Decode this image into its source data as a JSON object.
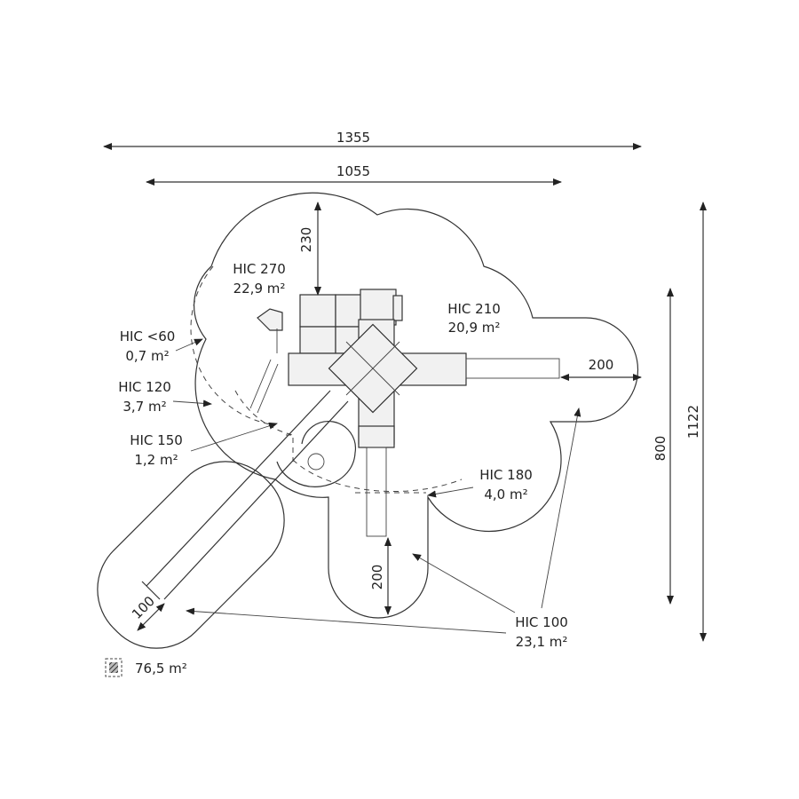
{
  "dimensions": {
    "overall_width": "1355",
    "structure_width": "1055",
    "overall_height": "1122",
    "structure_height": "800",
    "top_clearance": "230",
    "right_clearance": "200",
    "bottom_clearance": "200",
    "slide_clearance": "100"
  },
  "zones": [
    {
      "hic": "HIC 270",
      "area": "22,9 m²"
    },
    {
      "hic": "HIC 210",
      "area": "20,9 m²"
    },
    {
      "hic": "HIC <60",
      "area": "0,7 m²"
    },
    {
      "hic": "HIC 120",
      "area": "3,7 m²"
    },
    {
      "hic": "HIC 150",
      "area": "1,2 m²"
    },
    {
      "hic": "HIC 180",
      "area": "4,0 m²"
    },
    {
      "hic": "HIC 100",
      "area": "23,1 m²"
    }
  ],
  "legend": {
    "icon": "hatched-area-icon",
    "total_area": "76,5 m²"
  },
  "colors": {
    "line": "#333333",
    "background": "#ffffff"
  }
}
